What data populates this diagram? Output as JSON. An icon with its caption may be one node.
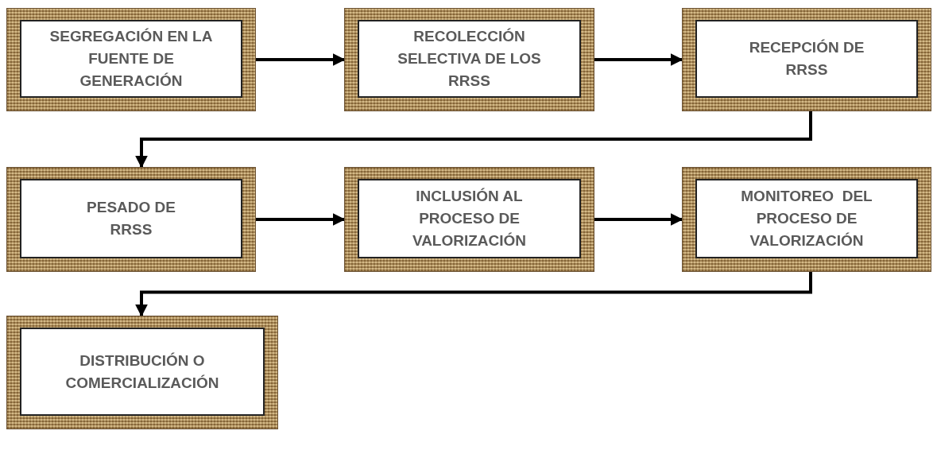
{
  "diagram": {
    "nodes": [
      {
        "text": [
          "SEGREGACIÓN EN LA FUENTE DE GENERACIÓN"
        ]
      },
      {
        "text": [
          "RECOLECCIÓN SELECTIVA DE LOS RRSS"
        ]
      },
      {
        "text": [
          "RECEPCIÓN DE RRSS"
        ]
      },
      {
        "text": [
          "PESADO DE RRSS"
        ]
      },
      {
        "text": [
          "INCLUSIÓN AL PROCESO DE VALORIZACIÓN"
        ]
      },
      {
        "text": [
          "MONITOREO  DEL PROCESO DE VALORIZACIÓN"
        ]
      },
      {
        "text": [
          "DISTRIBUCIÓN O COMERCIALIZACIÓN"
        ]
      }
    ],
    "edges": [
      {
        "from": 0,
        "to": 1,
        "arrow": "to"
      },
      {
        "from": 1,
        "to": 2,
        "arrow": "to"
      },
      {
        "from": 2,
        "to": 3,
        "arrow": "to"
      },
      {
        "from": 3,
        "to": 4,
        "arrow": "to"
      },
      {
        "from": 4,
        "to": 5,
        "arrow": "to"
      },
      {
        "from": 5,
        "to": 6,
        "arrow": "to"
      }
    ]
  }
}
